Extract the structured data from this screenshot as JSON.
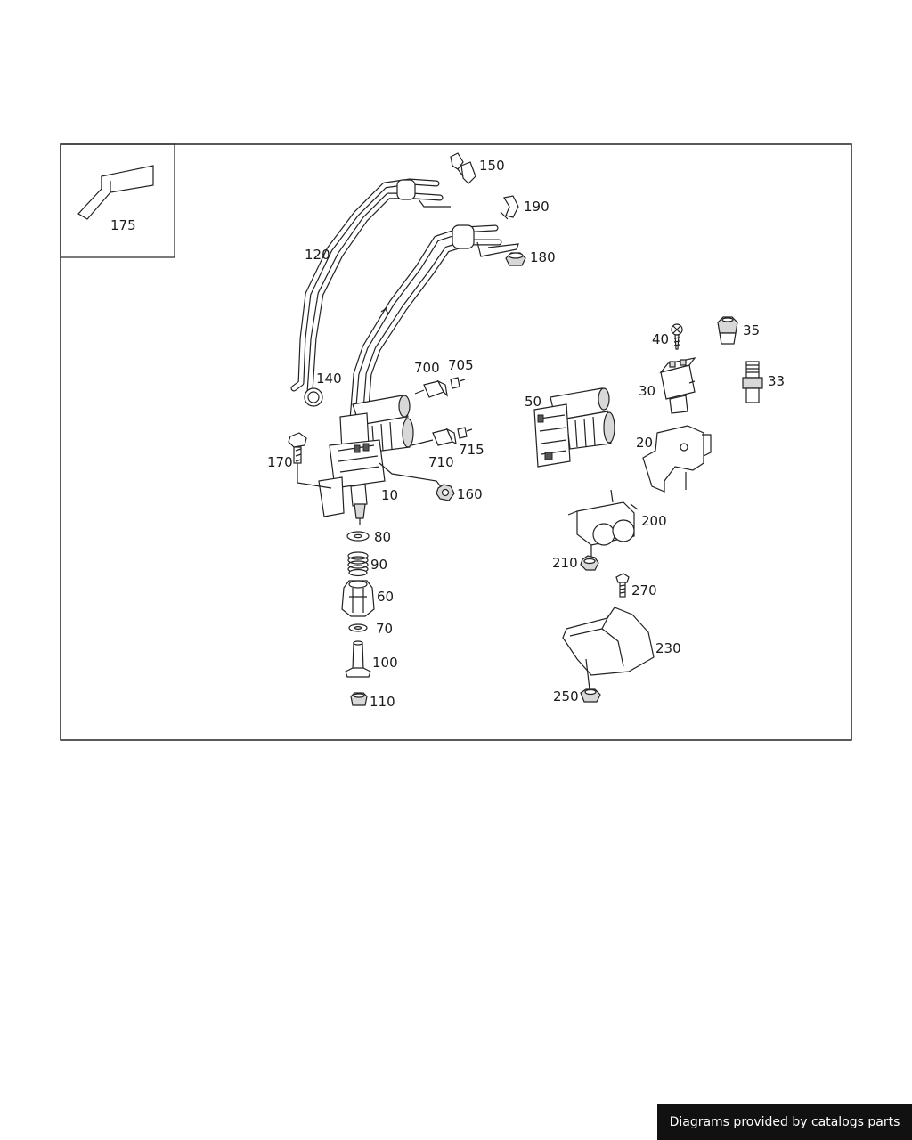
{
  "callouts": {
    "c10": "10",
    "c20": "20",
    "c30": "30",
    "c33": "33",
    "c35": "35",
    "c40": "40",
    "c50": "50",
    "c60": "60",
    "c70": "70",
    "c80": "80",
    "c90": "90",
    "c100": "100",
    "c110": "110",
    "c120": "120",
    "c140": "140",
    "c150": "150",
    "c160": "160",
    "c170": "170",
    "c175": "175",
    "c180": "180",
    "c190": "190",
    "c200": "200",
    "c210": "210",
    "c230": "230",
    "c250": "250",
    "c270": "270",
    "c700": "700",
    "c705": "705",
    "c710": "710",
    "c715": "715"
  },
  "footer": {
    "credit": "Diagrams provided by catalogs parts"
  },
  "colors": {
    "line": "#222222",
    "background": "#ffffff",
    "credit_bg": "#111111",
    "credit_text": "#ffffff"
  }
}
